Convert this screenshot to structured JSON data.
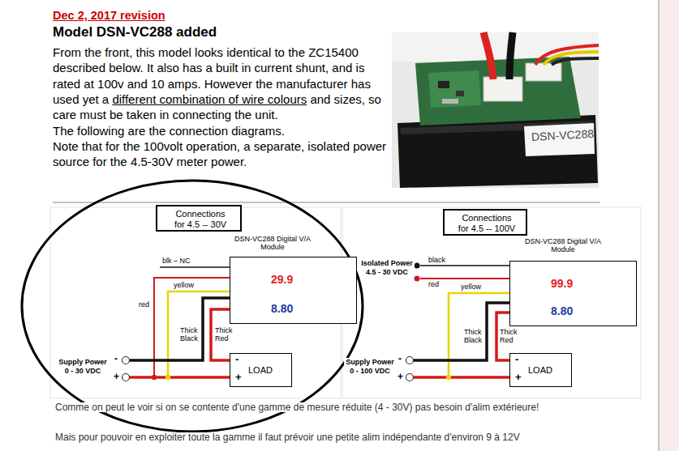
{
  "diagram": {
    "title": "Dec 2, 2017 revision",
    "nodes": [
      {
        "text": [
          "Connections for 4.5 -- 30V"
        ]
      },
      {
        "text": [
          "DSN-VC288 Digital V/A Module",
          "29.9",
          "8.80"
        ]
      },
      {
        "text": [
          "-",
          "LOAD",
          "+"
        ]
      },
      {
        "text": [
          "Connections for 4.5 -- 100V"
        ]
      },
      {
        "text": [
          "DSN-VC288 Digital V/A Module",
          "99.9",
          "8.80"
        ]
      },
      {
        "text": [
          "-",
          "LOAD",
          "+"
        ]
      }
    ],
    "edges": [
      {
        "from": 1,
        "to": 2,
        "arrow": "none"
      },
      {
        "from": 4,
        "to": 5,
        "arrow": "none"
      }
    ],
    "labels": [
      "Model DSN-VC288 added",
      "From the front, this model looks identical to the ZC15400 described below. It also has a built in current shunt, and is rated at 100v and 10 amps. However the manufacturer has used yet a",
      "different combination of wire colours",
      "and sizes, so care must be taken in connecting the unit.",
      "The following are the connection diagrams.",
      "Note that for the 100volt operation, a separate, isolated power source for the 4.5-30V meter power.",
      "DSN-VC288",
      "blk – NC",
      "yellow",
      "red",
      "Thick Black",
      "Thick Red",
      "Supply Power 0 - 30 VDC",
      "-",
      "+",
      "Isolated Power 4.5 - 30 VDC",
      "black",
      "red",
      "yellow",
      "Thick Black",
      "Thick Red",
      "Supply Power 0 - 100 VDC",
      "-",
      "+",
      "Comme on peut le voir si on se contente d'une gamme de mesure réduite (4 - 30V) pas besoin d'alim extérieure!",
      "Mais pour pouvoir en exploiter toute la gamme il faut prévoir une petite alim indépendante d'environ 9 à 12V"
    ]
  }
}
